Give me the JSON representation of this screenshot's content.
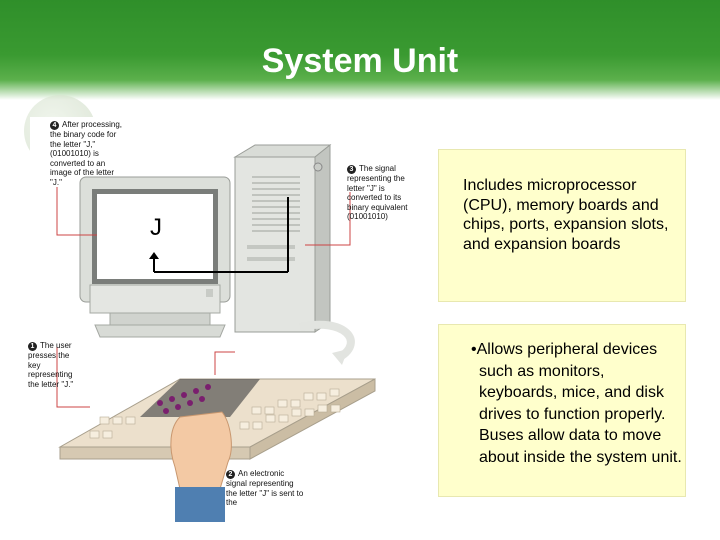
{
  "slide": {
    "title": "System Unit",
    "colors": {
      "title_band": "#3a9a31",
      "text_box_fill": "#ffffcc"
    }
  },
  "figure": {
    "monitor_letter": "J",
    "callouts": [
      {
        "step": "4",
        "text": "After processing, the binary code for the letter \"J,\" (01001010) is converted to an image of the letter \"J.\""
      },
      {
        "step": "3",
        "text": "The signal representing the letter \"J\" is converted to its binary equivalent (01001010)"
      },
      {
        "step": "1",
        "text": "The user presses the key representing the letter \"J.\""
      },
      {
        "step": "2",
        "text": "An electronic signal representing the letter \"J\" is sent to the"
      }
    ]
  },
  "text_boxes": {
    "components": "Includes microprocessor (CPU), memory boards and chips, ports, expansion slots, and expansion boards",
    "buses_bullet": "•",
    "buses": "Allows peripheral devices such as monitors, keyboards, mice, and disk drives to function properly. Buses allow data to move about inside the system unit."
  }
}
